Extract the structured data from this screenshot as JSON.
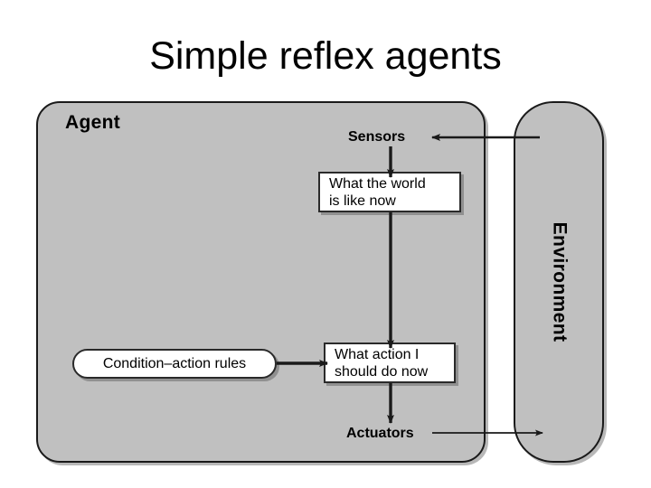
{
  "slide": {
    "title": "Simple reflex agents",
    "background_color": "#ffffff"
  },
  "diagram": {
    "type": "agent-architecture-block-diagram",
    "fill_color": "#c0c0c0",
    "stroke_color": "#1a1a1a",
    "box_fill_color": "#ffffff",
    "agent": {
      "label": "Agent"
    },
    "environment": {
      "label": "Environment",
      "orientation": "vertical-rotated"
    },
    "ports": {
      "sensors": "Sensors",
      "actuators": "Actuators"
    },
    "nodes": [
      {
        "id": "world-state",
        "label": "What the world\nis like now",
        "shape": "rectangle"
      },
      {
        "id": "action-choice",
        "label": "What action I\nshould do now",
        "shape": "rectangle"
      },
      {
        "id": "condition-action-rules",
        "label": "Condition–action rules",
        "shape": "stadium"
      }
    ],
    "edges": [
      {
        "from": "environment",
        "to": "sensors",
        "direction": "left"
      },
      {
        "from": "sensors",
        "to": "world-state",
        "direction": "down"
      },
      {
        "from": "world-state",
        "to": "action-choice",
        "direction": "down"
      },
      {
        "from": "condition-action-rules",
        "to": "action-choice",
        "direction": "right"
      },
      {
        "from": "action-choice",
        "to": "actuators",
        "direction": "down"
      },
      {
        "from": "actuators",
        "to": "environment",
        "direction": "right"
      }
    ]
  }
}
